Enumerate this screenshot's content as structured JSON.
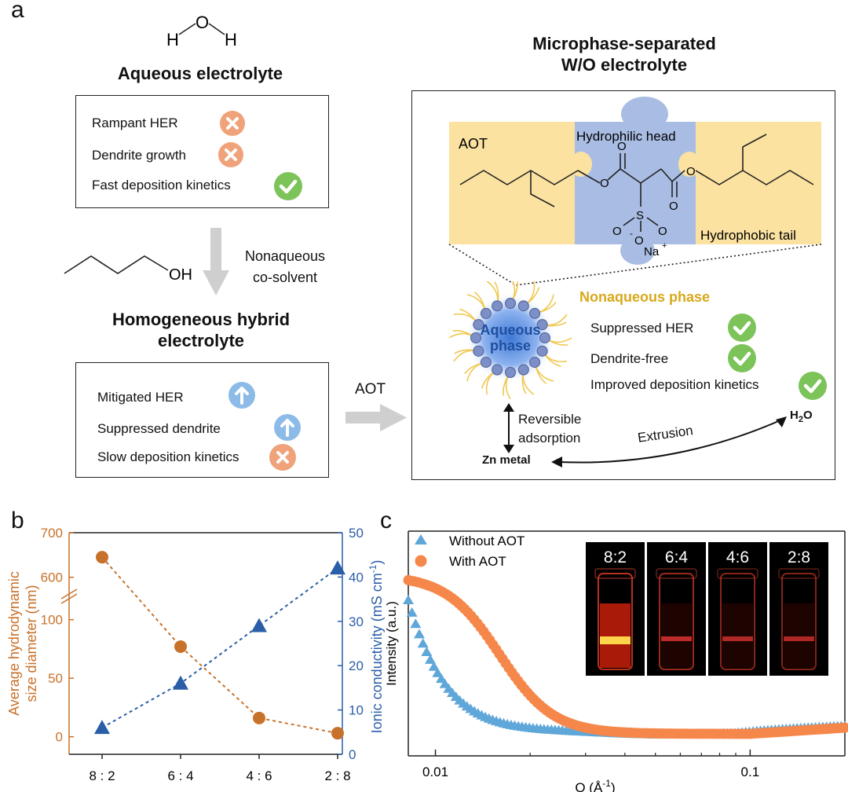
{
  "panel_a": {
    "letter": "a",
    "water_formula": {
      "h1": "H",
      "o": "O",
      "h2": "H"
    },
    "aqueous": {
      "title": "Aqueous electrolyte",
      "items": [
        {
          "label": "Rampant HER",
          "status": "cross"
        },
        {
          "label": "Dendrite growth",
          "status": "cross"
        },
        {
          "label": "Fast deposition kinetics",
          "status": "check"
        }
      ]
    },
    "cosolvent": {
      "oh": "OH",
      "line1": "Nonaqueous",
      "line2": "co-solvent"
    },
    "hybrid": {
      "title_line1": "Homogeneous hybrid",
      "title_line2": "electrolyte",
      "items": [
        {
          "label": "Mitigated HER",
          "status": "up"
        },
        {
          "label": "Suppressed dendrite",
          "status": "up"
        },
        {
          "label": "Slow deposition kinetics",
          "status": "cross"
        }
      ]
    },
    "arrow_label": "AOT",
    "microphase": {
      "title_line1": "Microphase-separated",
      "title_line2": "W/O electrolyte",
      "aot_label": "AOT",
      "head_label": "Hydrophilic head",
      "tail_label": "Hydrophobic tail",
      "na_label": "Na",
      "plus": "+",
      "s_label": "S",
      "o_label": "O",
      "neg": "-",
      "micelle_line1": "Aqueous",
      "micelle_line2": "phase",
      "nonaqueous_title": "Nonaqueous phase",
      "items": [
        {
          "label": "Suppressed HER",
          "status": "check"
        },
        {
          "label": "Dendrite-free",
          "status": "check"
        },
        {
          "label": "Improved deposition kinetics",
          "status": "check"
        }
      ],
      "reversible_line1": "Reversible",
      "reversible_line2": "adsorption",
      "zn_label": "Zn metal",
      "extrusion_label": "Extrusion",
      "h2o_label": "H",
      "h2o_sub": "2",
      "h2o_o": "O"
    }
  },
  "panel_b": {
    "letter": "b"
  },
  "panel_c": {
    "letter": "c"
  },
  "colors": {
    "orange": "#c8712a",
    "blue": "#2a5ea8",
    "light_blue": "#5fa7d9",
    "dot_orange": "#f6874a",
    "yellow": "#fbe2a0",
    "head_blue": "#a9bde4",
    "check_green": "#7cc35a",
    "cross_orange": "#f0a27a",
    "up_blue": "#8cbbe8"
  },
  "chart_data": [
    {
      "type": "scatter",
      "categories": [
        "8 : 2",
        "6 : 4",
        "4 : 6",
        "2 : 8"
      ],
      "series": [
        {
          "values": [
            645,
            77,
            16,
            3
          ],
          "axis": "left",
          "marker": "circle",
          "color": "#c8712a"
        },
        {
          "values": [
            6,
            16,
            29,
            42
          ],
          "axis": "right",
          "marker": "triangle",
          "color": "#2a5ea8"
        }
      ],
      "ylabel_left_line1": "Average hydrodynamic",
      "ylabel_left_line2": "size diameter (nm)",
      "ylabel_right": "Ionic conductivity (mS cm",
      "ylabel_right_sup": "-1",
      "ylabel_right_end": ")",
      "left_axis_break": true,
      "left_ticks_low": [
        0,
        50,
        100
      ],
      "left_ticks_high": [
        600,
        700
      ],
      "ylim_left_low": [
        -15,
        130
      ],
      "ylim_left_high": [
        580,
        700
      ],
      "right_ticks": [
        0,
        10,
        20,
        30,
        40,
        50
      ],
      "ylim_right": [
        0,
        50
      ],
      "grid": false
    },
    {
      "type": "scatter",
      "xscale": "log",
      "xlabel": "Q (Å",
      "xlabel_sup": "-1",
      "xlabel_end": ")",
      "ylabel": "Intensity (a.u.)",
      "xticks": [
        "0.01",
        "0.1"
      ],
      "legend": [
        "Without AOT",
        "With AOT"
      ],
      "legend_position": "top-left",
      "inset_labels": [
        "8:2",
        "6:4",
        "4:6",
        "2:8"
      ],
      "series": [
        {
          "name": "Without AOT",
          "marker": "triangle",
          "color": "#5fa7d9"
        },
        {
          "name": "With AOT",
          "marker": "circle",
          "color": "#f6874a"
        }
      ]
    }
  ]
}
